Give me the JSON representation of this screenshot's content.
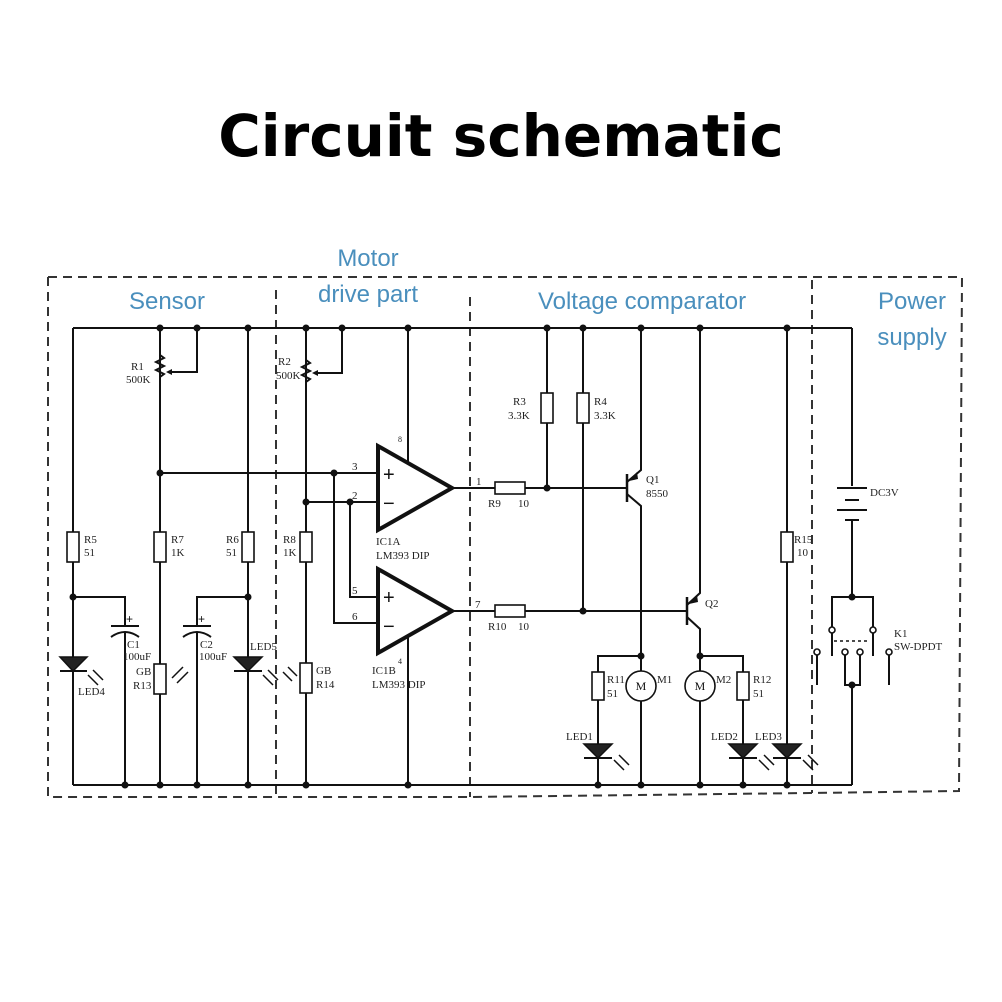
{
  "title": "Circuit schematic",
  "sections": {
    "sensor": "Sensor",
    "motor_line1": "Motor",
    "motor_line2": "drive part",
    "comparator": "Voltage comparator",
    "power_line1": "Power",
    "power_line2": "supply"
  },
  "components": {
    "R1": {
      "ref": "R1",
      "value": "500K"
    },
    "R2": {
      "ref": "R2",
      "value": "500K"
    },
    "R3": {
      "ref": "R3",
      "value": "3.3K"
    },
    "R4": {
      "ref": "R4",
      "value": "3.3K"
    },
    "R5": {
      "ref": "R5",
      "value": "51"
    },
    "R6": {
      "ref": "R6",
      "value": "51"
    },
    "R7": {
      "ref": "R7",
      "value": "1K"
    },
    "R8": {
      "ref": "R8",
      "value": "1K"
    },
    "R9": {
      "ref": "R9",
      "value": "10"
    },
    "R10": {
      "ref": "R10",
      "value": "10"
    },
    "R11": {
      "ref": "R11",
      "value": "51"
    },
    "R12": {
      "ref": "R12",
      "value": "51"
    },
    "R13": {
      "ref": "R13",
      "value": "GB"
    },
    "R14": {
      "ref": "R14",
      "value": "GB"
    },
    "R15": {
      "ref": "R15",
      "value": "10"
    },
    "C1": {
      "ref": "C1",
      "value": "100uF"
    },
    "C2": {
      "ref": "C2",
      "value": "100uF"
    },
    "LED1": "LED1",
    "LED2": "LED2",
    "LED3": "LED3",
    "LED4": "LED4",
    "LED5": "LED5",
    "IC1A": {
      "ref": "IC1A",
      "value": "LM393 DIP"
    },
    "IC1B": {
      "ref": "IC1B",
      "value": "LM393 DIP"
    },
    "Q1": {
      "ref": "Q1",
      "value": "8550"
    },
    "Q2": {
      "ref": "Q2"
    },
    "M1": {
      "ref": "M1",
      "symbol": "M"
    },
    "M2": {
      "ref": "M2",
      "symbol": "M"
    },
    "BAT": {
      "value": "DC3V"
    },
    "K1": {
      "ref": "K1",
      "value": "SW-DPDT"
    }
  },
  "pins": {
    "p1": "1",
    "p2": "2",
    "p3": "3",
    "p5": "5",
    "p6": "6",
    "p7": "7",
    "p8": "8",
    "p4": "4",
    "plus": "+",
    "minus": "−",
    "cap_plus": "+"
  }
}
